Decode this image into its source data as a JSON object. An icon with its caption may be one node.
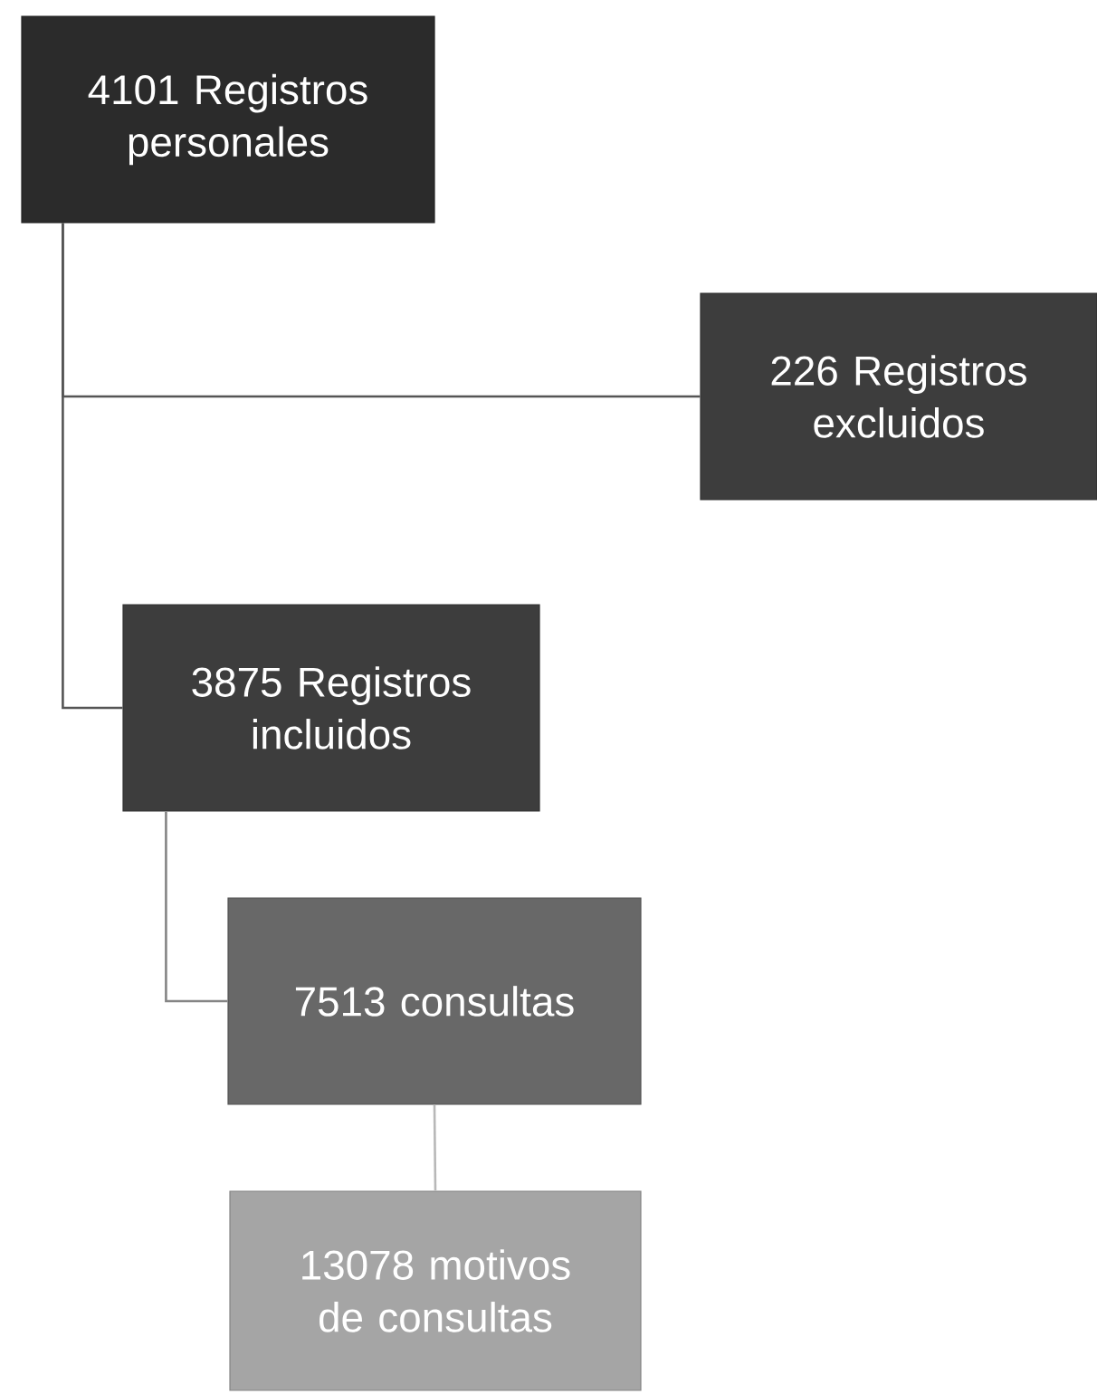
{
  "diagram": {
    "nodes": [
      {
        "text": [
          "4101 Registros personales"
        ]
      },
      {
        "text": [
          "226 Registros excluidos"
        ]
      },
      {
        "text": [
          "3875 Registros incluidos"
        ]
      },
      {
        "text": [
          "7513 consultas"
        ]
      },
      {
        "text": [
          "13078 motivos de consultas"
        ]
      }
    ],
    "edges": [
      {
        "from": 0,
        "to": 1,
        "arrow": "none"
      },
      {
        "from": 0,
        "to": 2,
        "arrow": "none"
      },
      {
        "from": 2,
        "to": 3,
        "arrow": "none",
        "color": "#858585"
      },
      {
        "from": 3,
        "to": 4,
        "arrow": "none",
        "color": "#b8b8b8"
      }
    ]
  }
}
